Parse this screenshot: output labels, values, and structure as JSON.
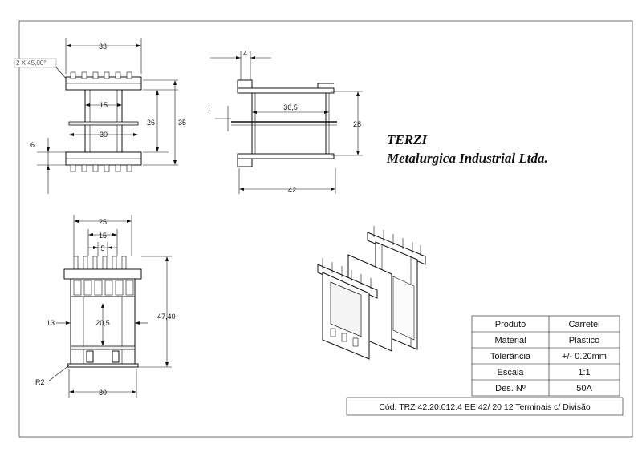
{
  "company": {
    "name_line1": "TERZI",
    "name_line2": "Metalurgica Industrial Ltda."
  },
  "views": {
    "front": {
      "chamfer_note": "2 X 45,00°",
      "dim_top_width": "33",
      "dim_inner_15": "15",
      "dim_inner_30": "30",
      "dim_height_26": "26",
      "dim_height_35": "35",
      "dim_flange_6": "6"
    },
    "side": {
      "dim_4": "4",
      "dim_1": "1",
      "dim_36_5": "36,5",
      "dim_28": "28",
      "dim_42": "42"
    },
    "bottom": {
      "dim_25": "25",
      "dim_15": "15",
      "dim_5": "5",
      "dim_13": "13",
      "dim_20_5": "20,5",
      "dim_47_40": "47,40",
      "dim_r2": "R2",
      "dim_30": "30"
    }
  },
  "title_block": {
    "rows": [
      {
        "label": "Produto",
        "value": "Carretel"
      },
      {
        "label": "Material",
        "value": "Plástico"
      },
      {
        "label": "Tolerância",
        "value": "+/- 0.20mm"
      },
      {
        "label": "Escala",
        "value": "1:1"
      },
      {
        "label": "Des. Nº",
        "value": "50A"
      }
    ],
    "code": "Cód. TRZ 42.20.012.4  EE 42/ 20 12 Terminais c/ Divisão"
  }
}
